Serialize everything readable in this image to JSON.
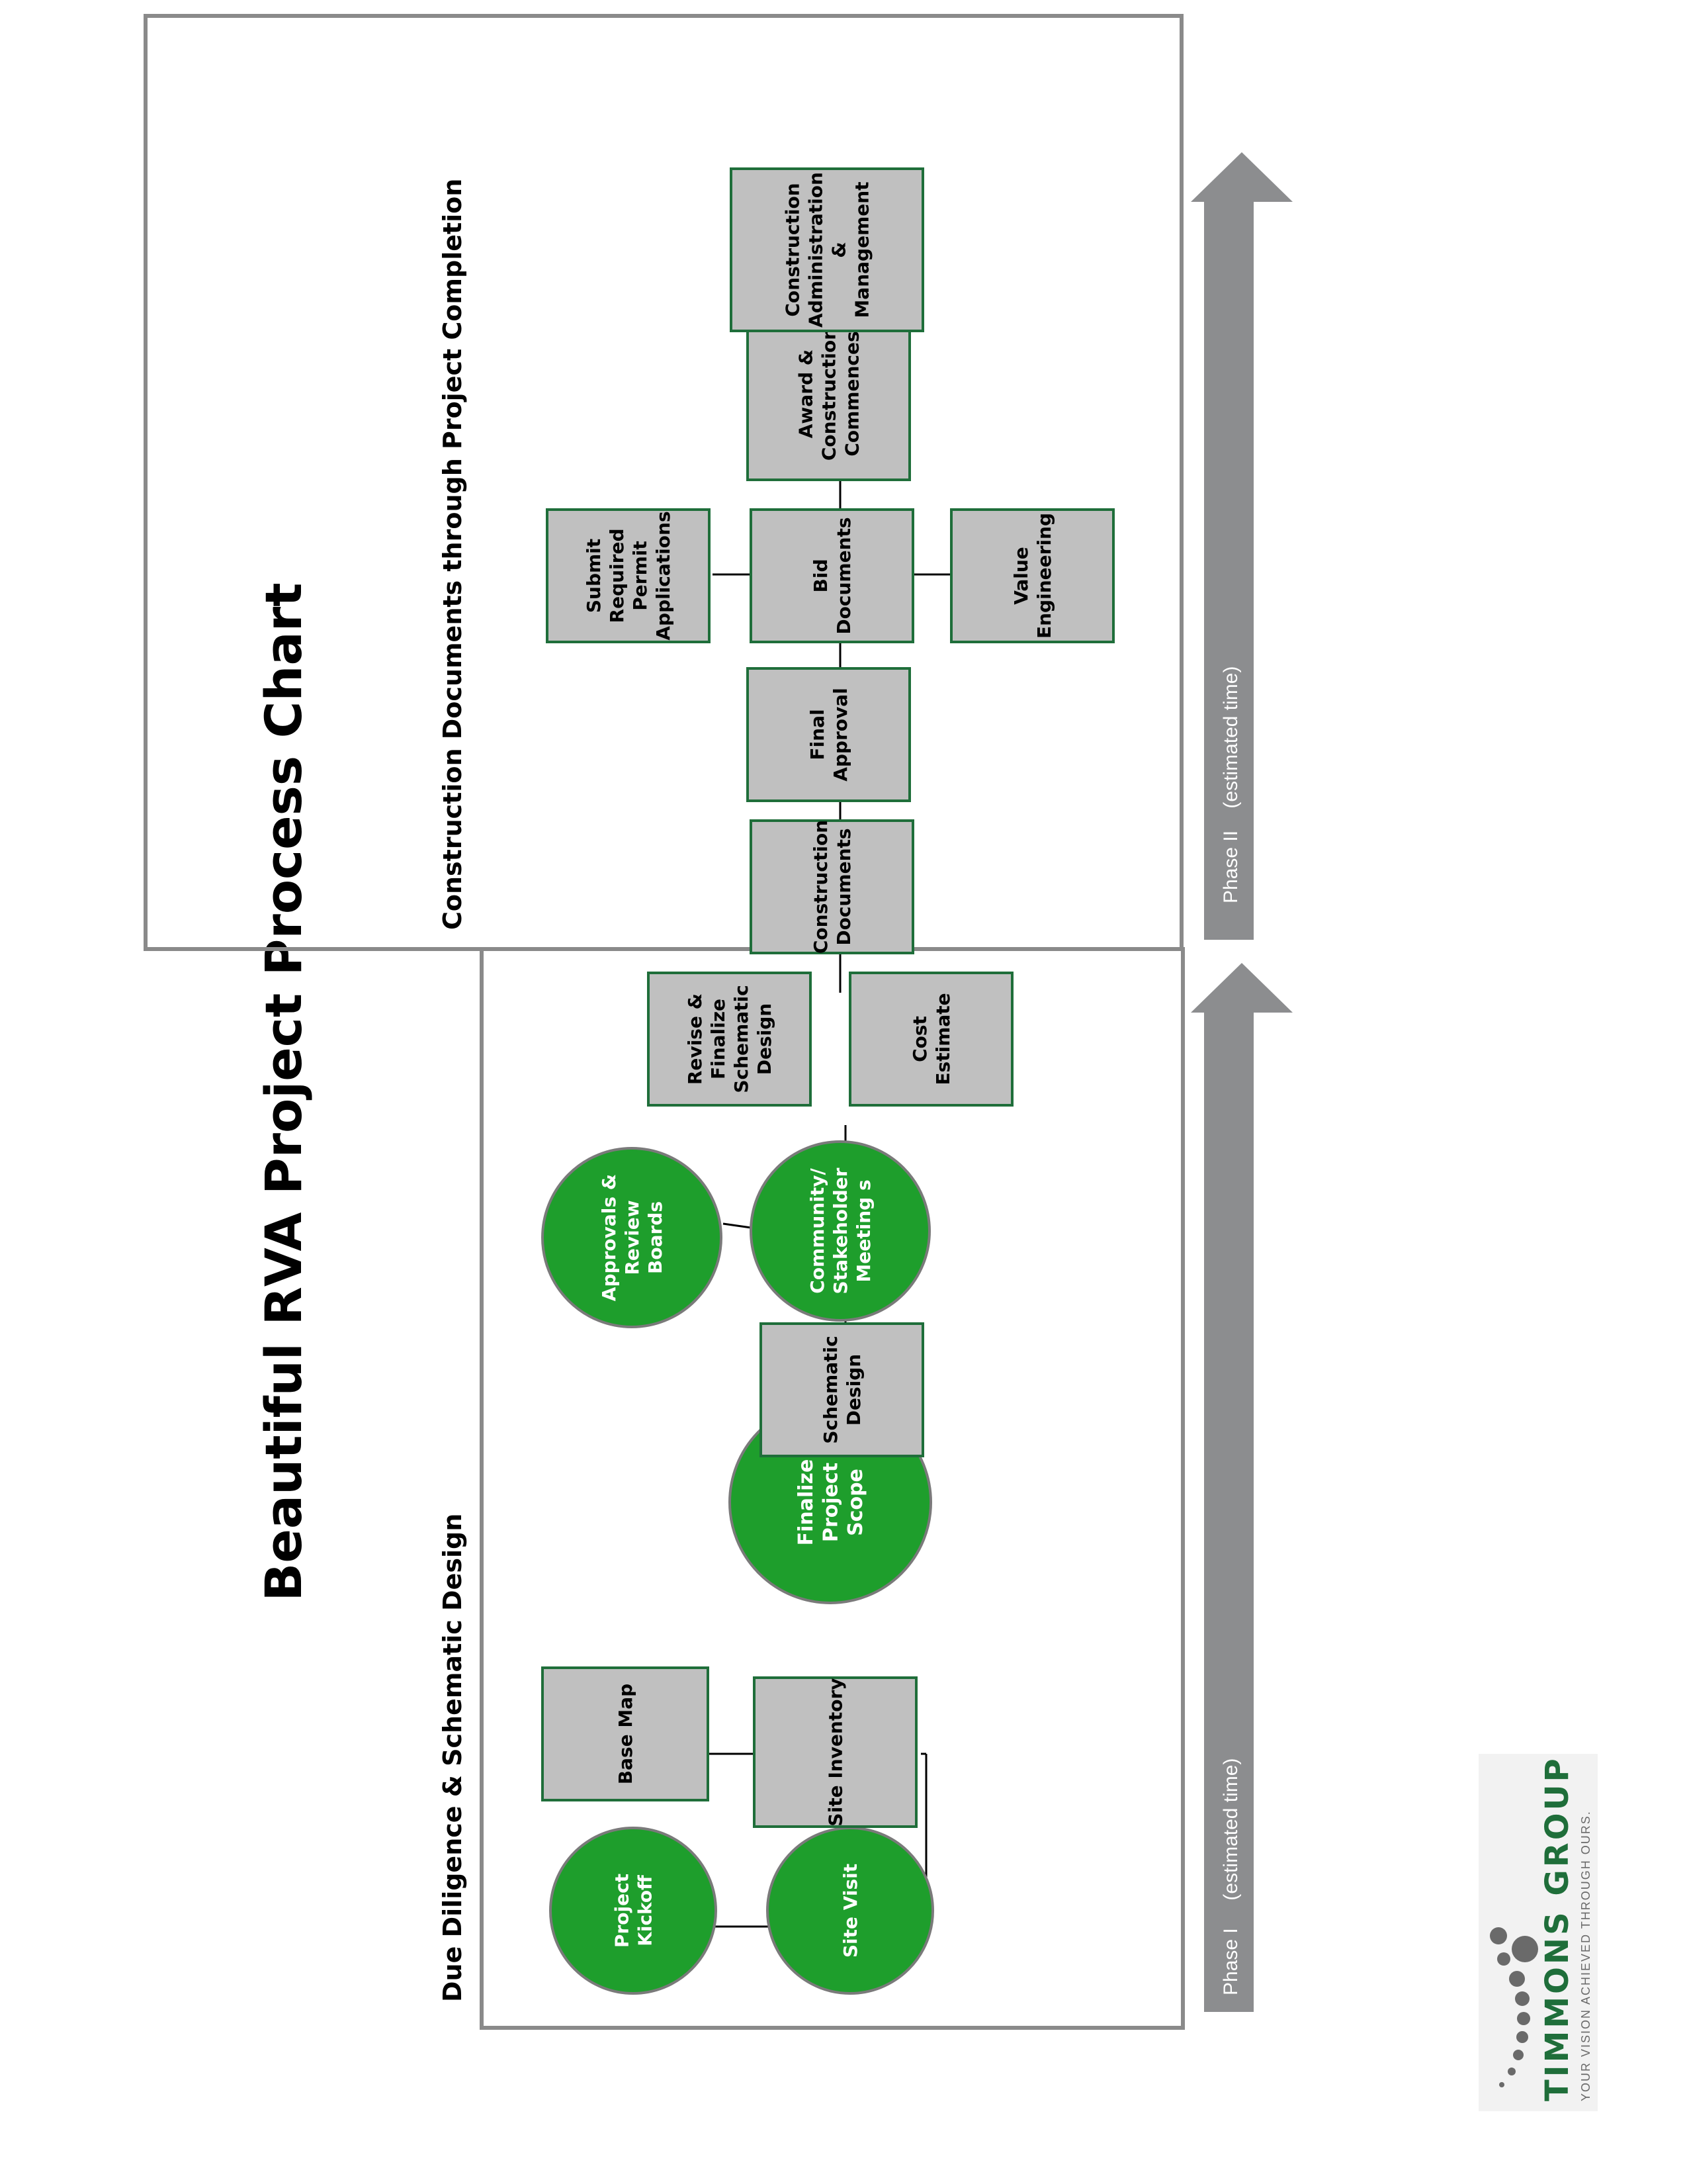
{
  "title": "Beautiful RVA Project Process Chart",
  "phase1": {
    "section_label": "Due Diligence & Schematic Design",
    "arrow_label": "Phase I     (estimated time)"
  },
  "phase2": {
    "section_label": "Construction Documents through Project Completion",
    "arrow_label": "Phase II    (estimated time)"
  },
  "nodes": {
    "project_kickoff": [
      "Project",
      "Kickoff"
    ],
    "site_visit": [
      "Site Visit"
    ],
    "base_map": [
      "Base Map"
    ],
    "site_inventory": [
      "Site Inventory"
    ],
    "finalize_scope": [
      "Finalize",
      "Project",
      "Scope"
    ],
    "schematic_design": [
      "Schematic",
      "Design"
    ],
    "approvals_boards": [
      "Approvals &",
      "Review",
      "Boards"
    ],
    "community_meetings": [
      "Community/",
      "Stakeholder",
      "Meeting s"
    ],
    "revise_finalize": [
      "Revise &",
      "Finalize",
      "Schematic",
      "Design"
    ],
    "cost_estimate": [
      "Cost",
      "Estimate"
    ],
    "construction_documents": [
      "Construction",
      "Documents"
    ],
    "final_approval": [
      "Final",
      "Approval"
    ],
    "submit_permits": [
      "Submit",
      "Required",
      "Permit",
      "Applications"
    ],
    "bid_documents": [
      "Bid",
      "Documents"
    ],
    "value_engineering": [
      "Value",
      "Engineering"
    ],
    "award_construction": [
      "Award &",
      "Construction",
      "Commences"
    ],
    "construction_admin": [
      "Construction",
      "Administration",
      "&",
      "Management"
    ]
  },
  "logo": {
    "name": "TIMMONS GROUP",
    "tagline": "YOUR VISION ACHIEVED THROUGH OURS."
  },
  "colors": {
    "circle_fill": "#1e9e2c",
    "box_fill": "#c0c0c0",
    "box_border": "#1f6e3a",
    "arrow_fill": "#8c8d8f",
    "frame_border": "#8a8a8a",
    "brand_green": "#1f6e3a"
  }
}
